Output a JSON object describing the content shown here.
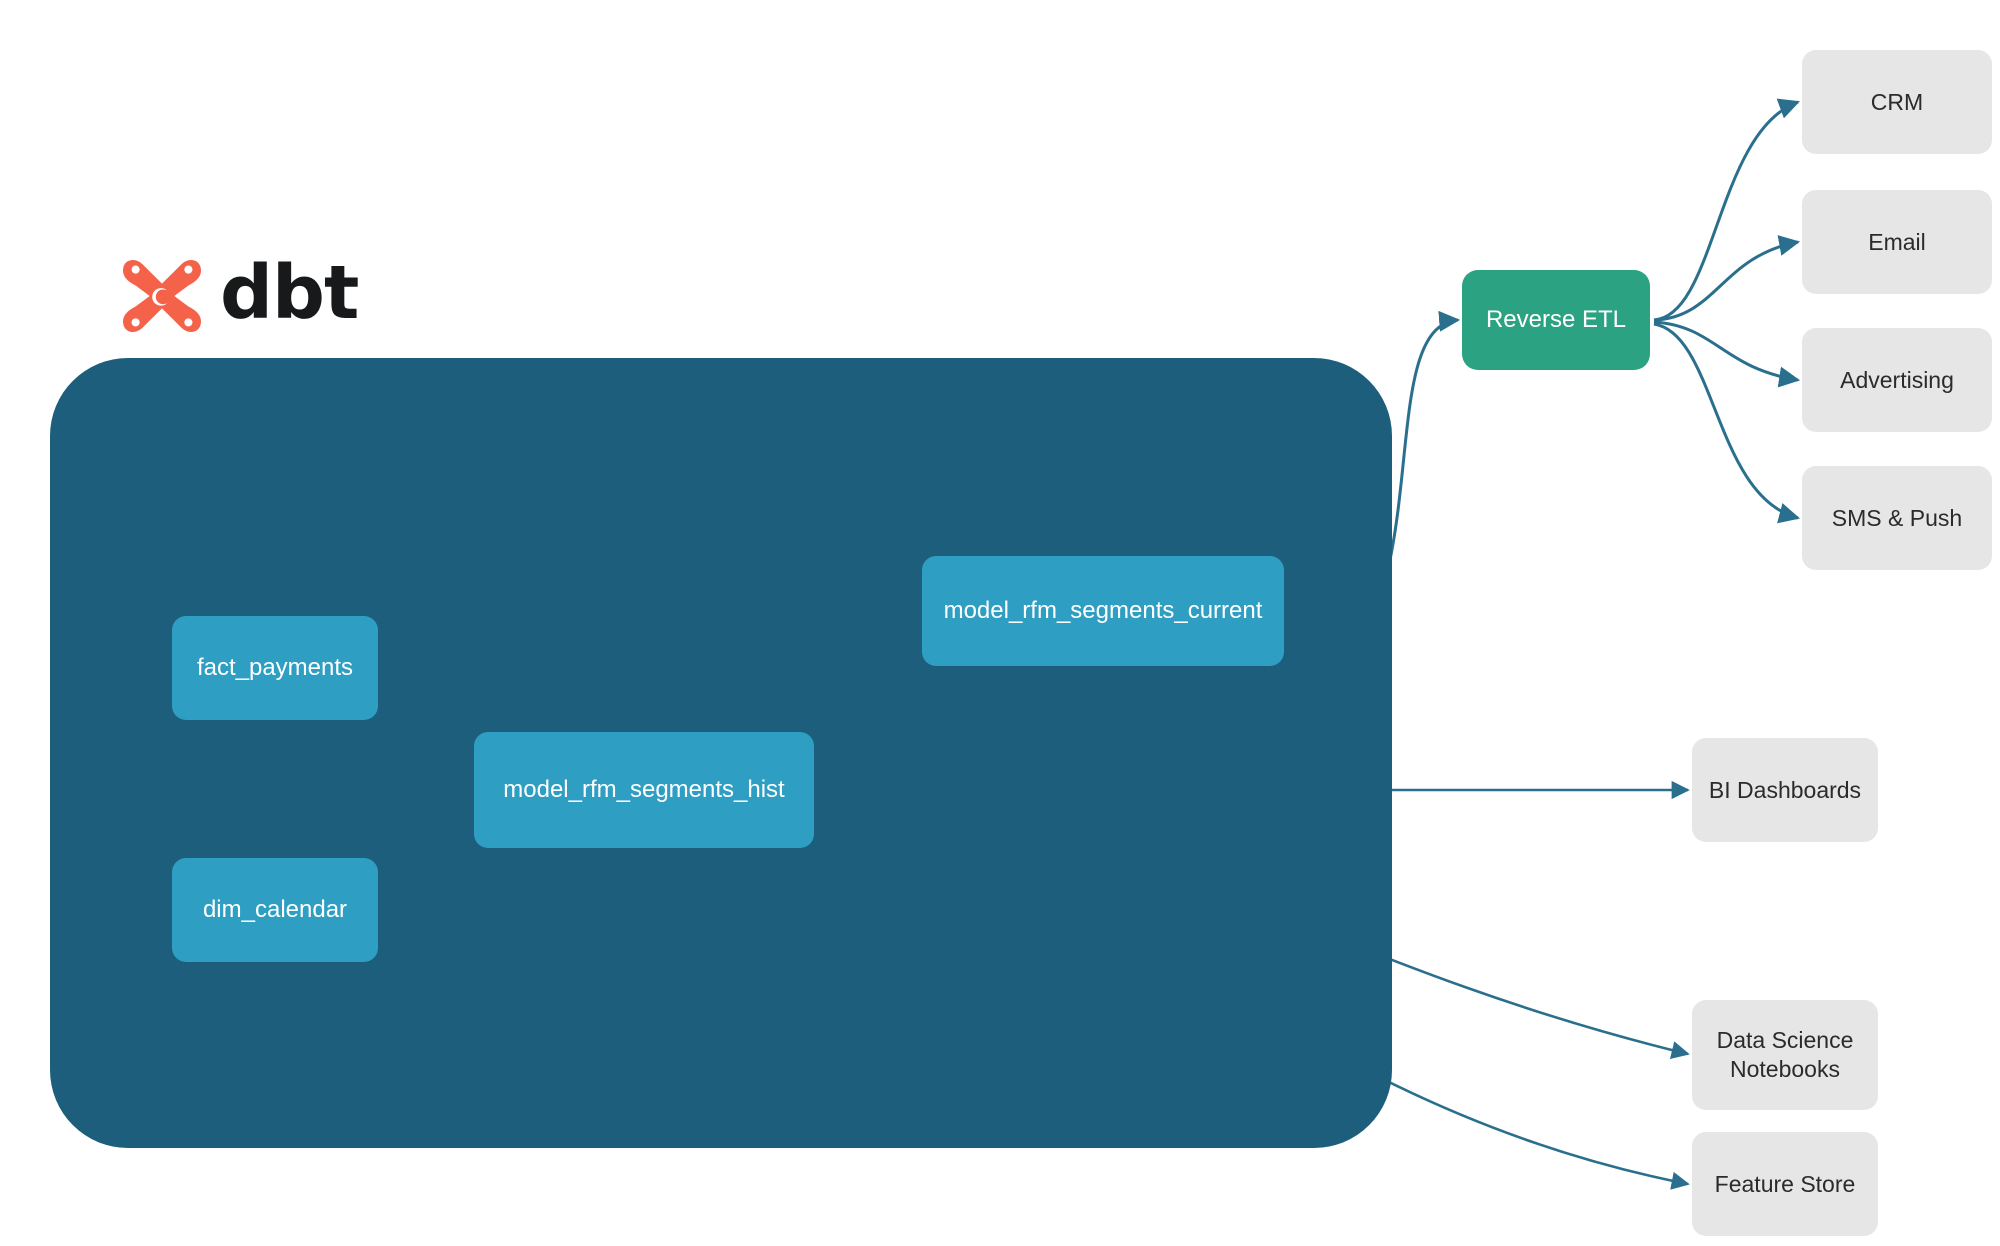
{
  "diagram": {
    "title": "dbt RFM segmentation lineage and activation flow",
    "brand": {
      "logo_icon": "dbt-logo-icon",
      "wordmark": "dbt",
      "logo_color": "#f4624a"
    },
    "colors": {
      "project_container": "#1c5e7c",
      "model_node": "#2e9ec2",
      "reverse_etl_node": "#2ba382",
      "destination_node": "#e6e6e6",
      "edge": "#2a6f8e",
      "inner_edge": "#3a8aa8",
      "page_background": "#ffffff"
    },
    "project_container": {
      "name": "dbt-project-container"
    },
    "models": [
      {
        "id": "fact_payments",
        "label": "fact_payments"
      },
      {
        "id": "dim_calendar",
        "label": "dim_calendar"
      },
      {
        "id": "model_rfm_segments_hist",
        "label": "model_rfm_segments_hist"
      },
      {
        "id": "model_rfm_segments_current",
        "label": "model_rfm_segments_current"
      }
    ],
    "reverse_etl": {
      "id": "reverse_etl",
      "label": "Reverse ETL"
    },
    "destinations": [
      {
        "id": "crm",
        "label": "CRM"
      },
      {
        "id": "email",
        "label": "Email"
      },
      {
        "id": "advertising",
        "label": "Advertising"
      },
      {
        "id": "sms_push",
        "label": "SMS & Push"
      },
      {
        "id": "bi_dashboards",
        "label": "BI Dashboards"
      },
      {
        "id": "ds_notebooks",
        "label": "Data Science\nNotebooks",
        "line1": "Data Science",
        "line2": "Notebooks"
      },
      {
        "id": "feature_store",
        "label": "Feature Store"
      }
    ],
    "edges": [
      {
        "from": "fact_payments",
        "to": "model_rfm_segments_hist"
      },
      {
        "from": "dim_calendar",
        "to": "model_rfm_segments_hist"
      },
      {
        "from": "model_rfm_segments_hist",
        "to": "model_rfm_segments_current"
      },
      {
        "from": "model_rfm_segments_current",
        "to": "reverse_etl"
      },
      {
        "from": "reverse_etl",
        "to": "crm"
      },
      {
        "from": "reverse_etl",
        "to": "email"
      },
      {
        "from": "reverse_etl",
        "to": "advertising"
      },
      {
        "from": "reverse_etl",
        "to": "sms_push"
      },
      {
        "from": "model_rfm_segments_hist",
        "to": "bi_dashboards"
      },
      {
        "from": "model_rfm_segments_hist",
        "to": "ds_notebooks"
      },
      {
        "from": "model_rfm_segments_hist",
        "to": "feature_store"
      }
    ]
  }
}
